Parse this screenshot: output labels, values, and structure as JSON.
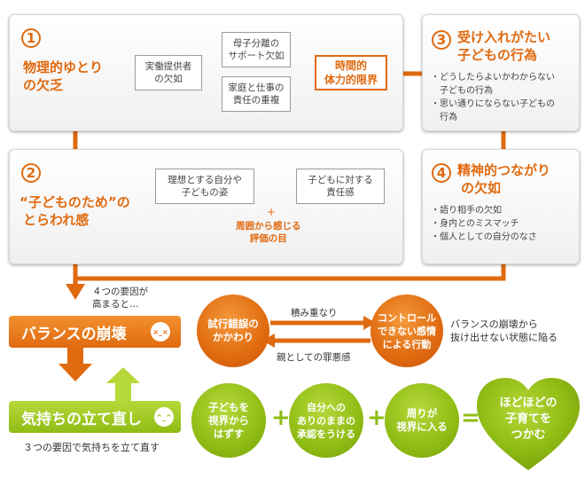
{
  "panel1": {
    "number": "1",
    "title_line1": "物理的ゆとり",
    "title_line2": "の欠乏",
    "box_left": [
      "実働提供者",
      "の欠如"
    ],
    "box_top": [
      "母子分離の",
      "サポート欠如"
    ],
    "box_bottom": [
      "家庭と仕事の",
      "責任の重複"
    ],
    "box_result": [
      "時間的",
      "体力的限界"
    ]
  },
  "panel2": {
    "number": "2",
    "title_line1": "“子どものため”の",
    "title_line2": "とらわれ感",
    "box_left": [
      "理想とする自分や",
      "子どもの姿"
    ],
    "box_right": [
      "子どもに対する",
      "責任感"
    ],
    "plus_label": "+",
    "pressure": [
      "周囲から感じる",
      "評価の目"
    ]
  },
  "panel3": {
    "number": "3",
    "title_line1": "受け入れがたい",
    "title_line2": "子どもの行為",
    "bullets": [
      "・どうしたらよいかわからない",
      "　子どもの行為",
      "・思い通りにならない子どもの",
      "　行為"
    ]
  },
  "panel4": {
    "number": "4",
    "title_line1": "精神的つながり",
    "title_line2": "の欠如",
    "bullets": [
      "・語り相手の欠如",
      "・身内とのミスマッチ",
      "・個人としての自分のなさ"
    ]
  },
  "flow": {
    "four_factors": [
      "４つの要因が",
      "高まると…"
    ],
    "collapse_banner": "バランスの崩壊",
    "collapse_face": "×_×",
    "recover_banner": "気持ちの立て直し",
    "recover_face": "^_^",
    "three_factors": "３つの要因で気持ちを立て直す",
    "circle_trial": [
      "試行錯誤の",
      "かかわり"
    ],
    "circle_control": [
      "コントロール",
      "できない感情",
      "による行動"
    ],
    "arrow_top": "積み重なり",
    "arrow_bottom": "親としての罪悪感",
    "cycle_note": [
      "バランスの崩壊から",
      "抜け出せない状態に陥る"
    ],
    "green1": [
      "子どもを",
      "視界から",
      "はずす"
    ],
    "green2": [
      "自分への",
      "ありのままの",
      "承認をうける"
    ],
    "green3": [
      "周りが",
      "視界に入る"
    ],
    "plus": "+",
    "equals": "=",
    "heart": [
      "ほどほどの",
      "子育てを",
      "つかむ"
    ]
  },
  "colors": {
    "orange": "#e06a10",
    "green": "#8fbc14"
  }
}
